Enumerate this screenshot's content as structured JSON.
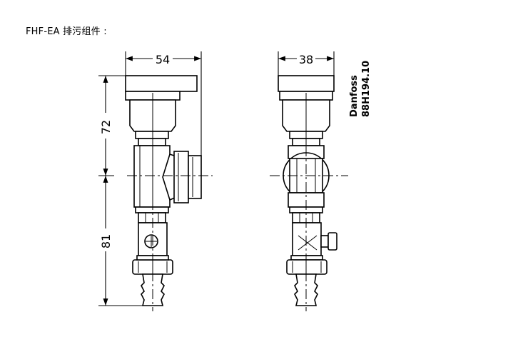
{
  "caption": "FHF-EA 排污组件 :",
  "dimensions": {
    "width_side": "54",
    "width_front": "38",
    "height_upper": "72",
    "height_lower": "81"
  },
  "brand": "Danfoss",
  "code": "88H194.10"
}
